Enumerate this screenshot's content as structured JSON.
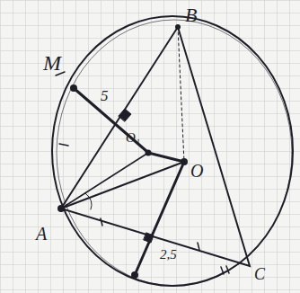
{
  "diagram": {
    "labels": [
      "B",
      "M",
      "5",
      "O₁",
      "O",
      "A",
      "C",
      "2,5"
    ]
  }
}
